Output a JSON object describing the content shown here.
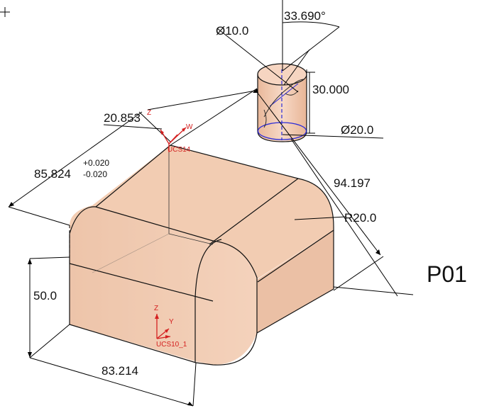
{
  "drawing": {
    "label": "P01",
    "colors": {
      "part_fill": "#f3cdb3",
      "part_shade": "#e7b79b",
      "csys": "#d42020",
      "hole_edge": "#2b2bd8"
    }
  },
  "dimensions": {
    "angle": "33.690°",
    "pin_diameter_small": "Ø10.0",
    "pin_height": "30.000",
    "pin_diameter_large": "Ø20.0",
    "offset_x": "20.853",
    "depth": "85.824",
    "depth_tol_plus": "+0.020",
    "depth_tol_minus": "-0.020",
    "diagonal": "94.197",
    "fillet_radius": "R20.0",
    "height": "50.0",
    "width": "83.214"
  },
  "csys": {
    "top": {
      "name": "UCS14",
      "z": "Z",
      "w": "W"
    },
    "bottom": {
      "name": "UCS10_1",
      "z": "Z",
      "y": "Y"
    }
  }
}
